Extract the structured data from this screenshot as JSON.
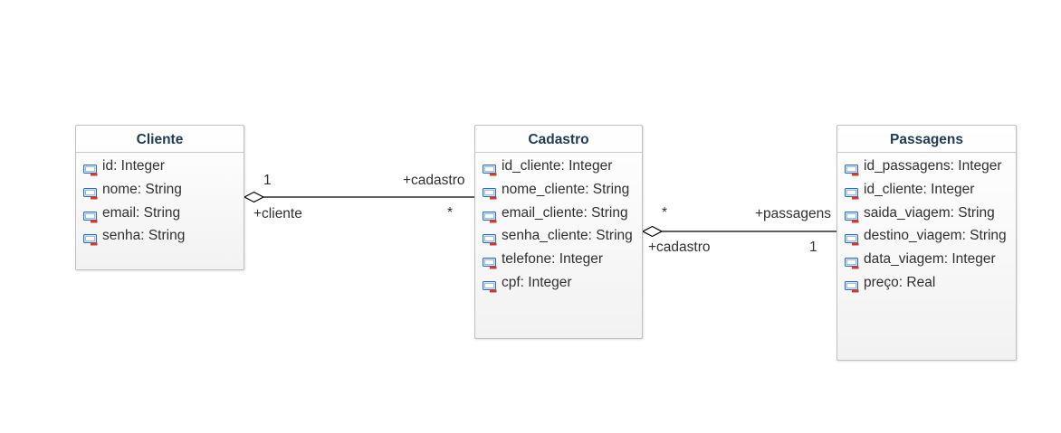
{
  "classes": {
    "cliente": {
      "name": "Cliente",
      "attributes": [
        "id: Integer",
        "nome: String",
        "email: String",
        "senha: String"
      ]
    },
    "cadastro": {
      "name": "Cadastro",
      "attributes": [
        "id_cliente: Integer",
        "nome_cliente: String",
        "email_cliente: String",
        "senha_cliente: String",
        "telefone: Integer",
        "cpf: Integer"
      ]
    },
    "passagens": {
      "name": "Passagens",
      "attributes": [
        "id_passagens: Integer",
        "id_cliente: Integer",
        "saida_viagem: String",
        "destino_viagem: String",
        "data_viagem: Integer",
        "preço: Real"
      ]
    }
  },
  "associations": {
    "cliente_cadastro": {
      "mult_cliente": "1",
      "role_cliente": "+cliente",
      "mult_cadastro": "*",
      "role_cadastro": "+cadastro"
    },
    "cadastro_passagens": {
      "mult_cadastro": "*",
      "role_cadastro": "+cadastro",
      "mult_passagens": "1",
      "role_passagens": "+passagens"
    }
  },
  "icon": "attribute-icon"
}
